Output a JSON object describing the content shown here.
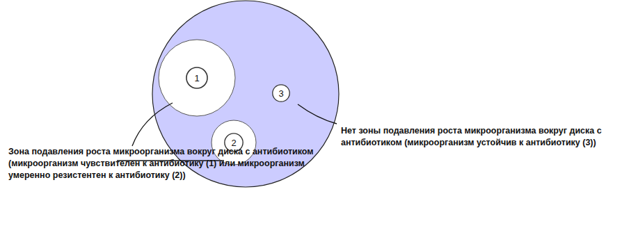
{
  "diagram": {
    "nodes": [
      {
        "text": [
          "1"
        ]
      },
      {
        "text": [
          "2"
        ]
      },
      {
        "text": [
          "3"
        ]
      }
    ],
    "labels": [
      "Зона подавления роста микроорганизма вокруг диска с антибиотиком (микроорганизм чувствителен к антибиотику (1) или микроорганизм умеренно резистентен к антибиотику (2))",
      "Нет зоны подавления роста микроорганизма вокруг диска с антибиотиком (микроорганизм устойчив к антибиотику (3))"
    ]
  }
}
